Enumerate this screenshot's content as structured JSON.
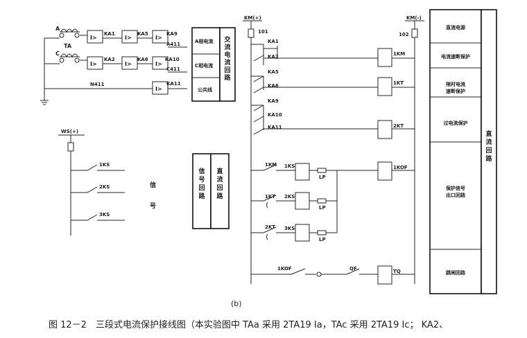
{
  "ac": {
    "phase_a": "A",
    "phase_c": "C",
    "ta": "TA",
    "relays": [
      "KA1",
      "KA5",
      "KA9",
      "KA2",
      "KA6",
      "KA10",
      "KA11"
    ],
    "relay_symbol": "I>",
    "wires": [
      "A411",
      "C411",
      "N411"
    ],
    "box_labels": [
      "A相电流",
      "C相电流",
      "公共线"
    ],
    "box_title": "交流电流回路"
  },
  "dc": {
    "bus_pos": "KM(+)",
    "bus_neg": "KM(-)",
    "node_101": "101",
    "node_102": "102",
    "contacts": [
      "KA1",
      "KA2",
      "KA5",
      "KA6",
      "KA9",
      "KA10",
      "KA11",
      "1KM",
      "1KT",
      "2KT",
      "1KOF",
      "QF"
    ],
    "coils": [
      "1KM",
      "1KT",
      "2KT",
      "1KOF",
      "TQ"
    ],
    "signal_relays": [
      "1KS",
      "2KS",
      "3KS"
    ],
    "lp": "LP"
  },
  "right": {
    "labels": [
      "直流电源",
      "电流速断保护",
      "限时电流速断保护",
      "过电流保护",
      "保护信号出口回路",
      "跳闸回路"
    ],
    "side": "直流回路"
  },
  "signal": {
    "bus": "WS(+)",
    "contacts": [
      "1KS",
      "2KS",
      "3KS"
    ],
    "label_1": "信",
    "label_2": "号",
    "box_1": "信号回路",
    "box_2": "直流回路"
  },
  "sub": "(b)",
  "caption": "图 12－2　三段式电流保护接线图（本实验图中 TAa 采用 2TA19 Ia，TAc 采用 2TA19 Ic； KA2、"
}
